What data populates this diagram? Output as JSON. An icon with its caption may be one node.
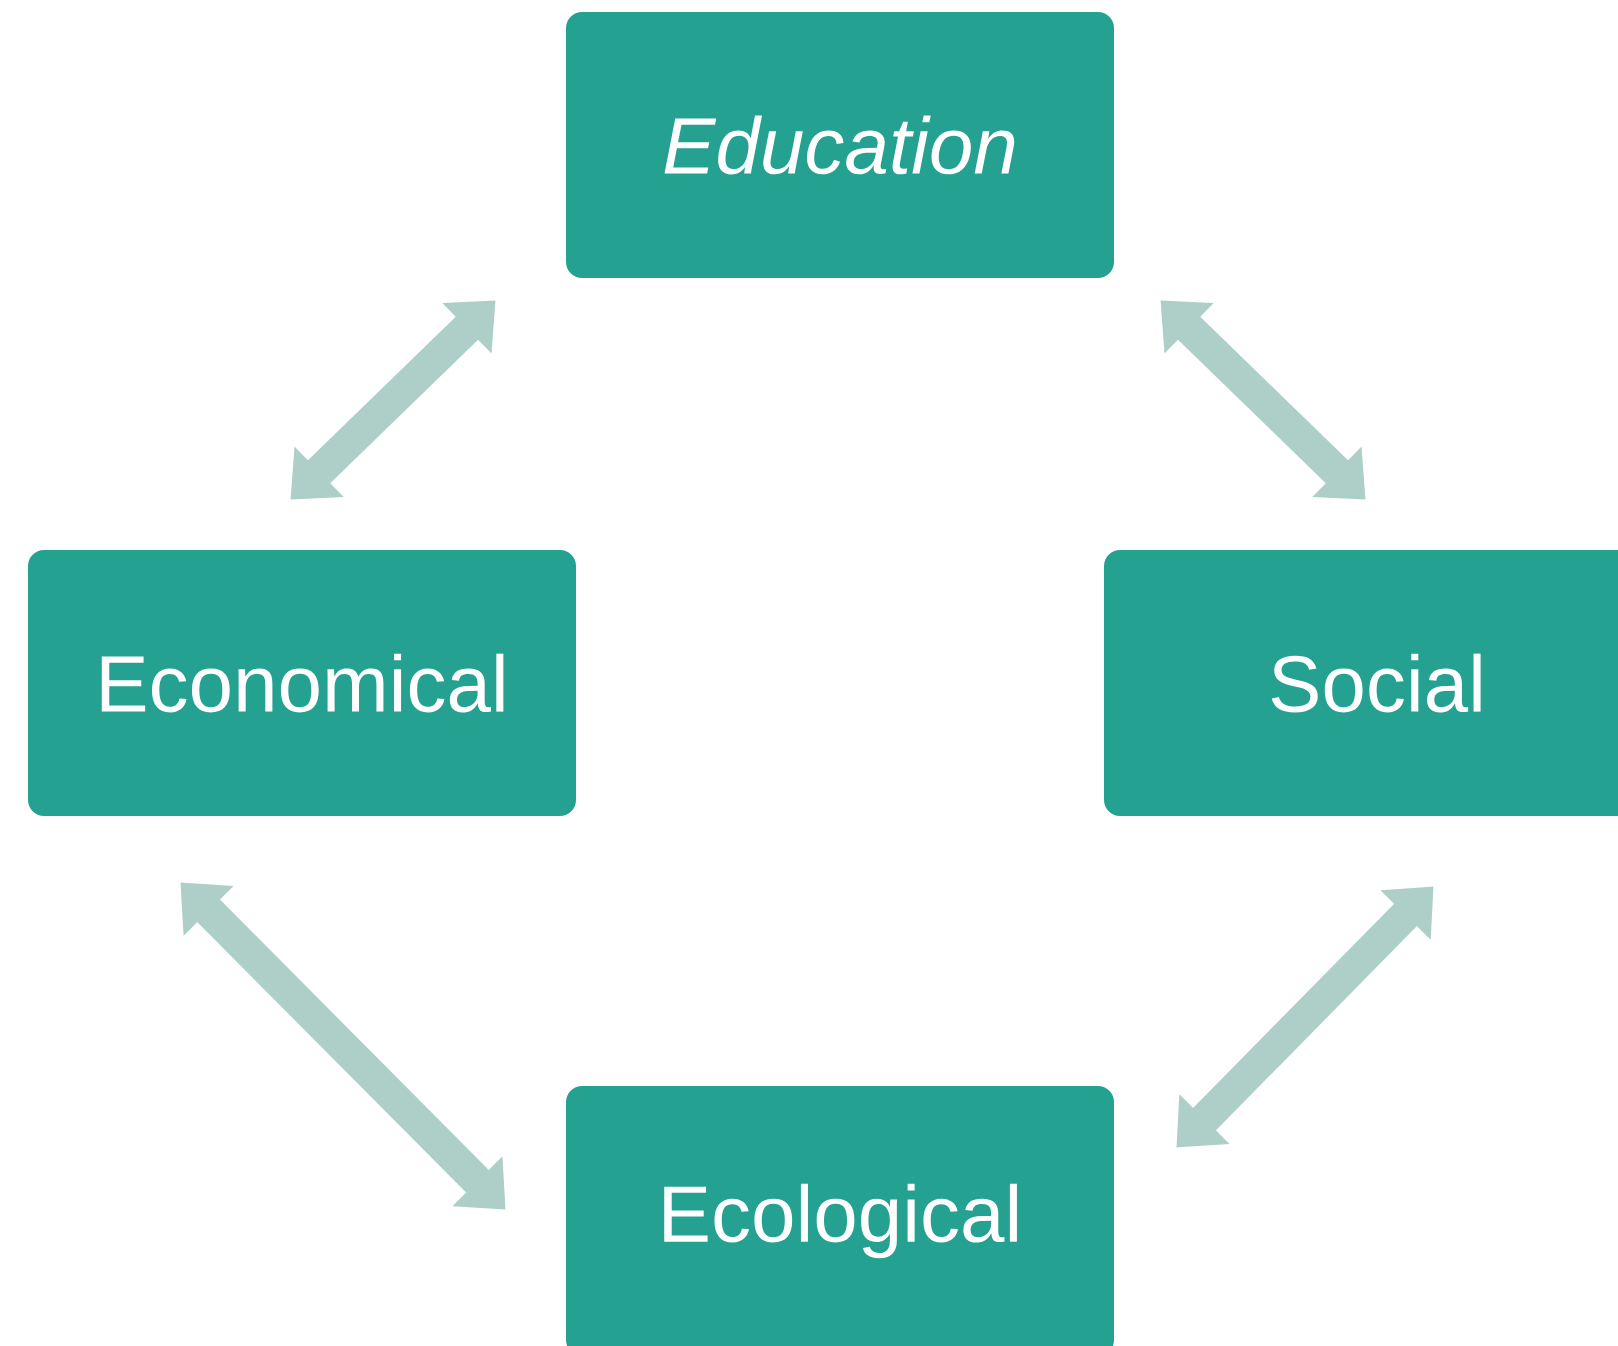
{
  "diagram": {
    "nodes": [
      {
        "text": [
          "Education"
        ]
      },
      {
        "text": [
          "Economical"
        ]
      },
      {
        "text": [
          "Social"
        ]
      },
      {
        "text": [
          "Ecological"
        ]
      }
    ],
    "edges": [
      {
        "from": 0,
        "to": 1,
        "arrow": "both"
      },
      {
        "from": 0,
        "to": 2,
        "arrow": "both"
      },
      {
        "from": 1,
        "to": 3,
        "arrow": "both"
      },
      {
        "from": 2,
        "to": 3,
        "arrow": "both"
      }
    ]
  }
}
